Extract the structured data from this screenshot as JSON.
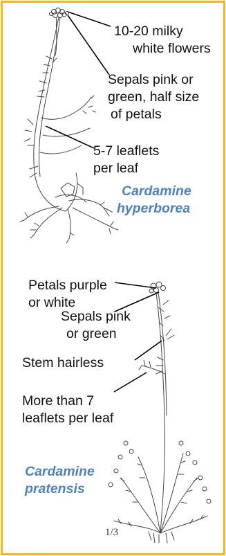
{
  "colors": {
    "border": "#f5b51d",
    "species": "#4f81bd",
    "ink": "#333333"
  },
  "top": {
    "labels": [
      {
        "lines": [
          "10-20  milky",
          "white flowers"
        ]
      },
      {
        "lines": [
          "Sepals pink or",
          "green, half size",
          "of petals"
        ]
      },
      {
        "lines": [
          "5-7 leaflets",
          "per leaf"
        ]
      }
    ],
    "species": [
      "Cardamine",
      "hyperborea"
    ]
  },
  "bottom": {
    "labels": [
      {
        "lines": [
          "Petals purple",
          "or white"
        ]
      },
      {
        "lines": [
          "Sepals pink",
          "or green"
        ]
      },
      {
        "lines": [
          "Stem hairless"
        ]
      },
      {
        "lines": [
          "More than 7",
          "leaflets per leaf"
        ]
      }
    ],
    "species": [
      "Cardamine",
      "pratensis"
    ],
    "scale_text": "1/3"
  }
}
